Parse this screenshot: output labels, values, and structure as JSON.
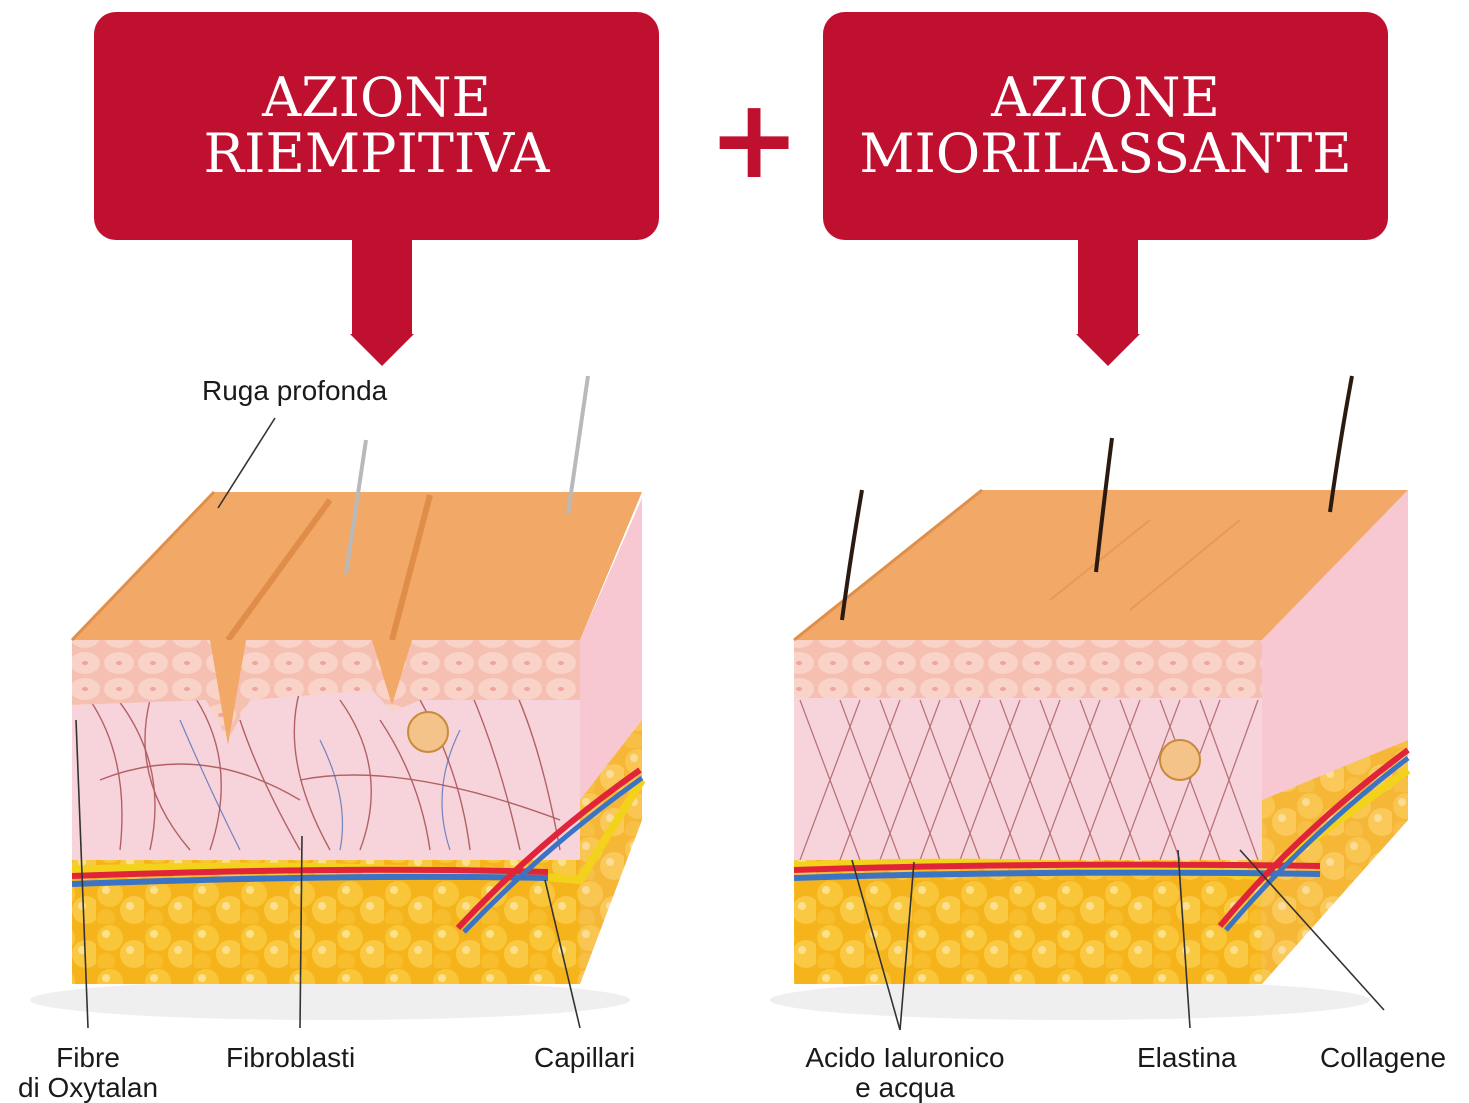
{
  "banners": {
    "left": {
      "line1": "AZIONE",
      "line2": "RIEMPITIVA"
    },
    "plus": "+",
    "right": {
      "line1": "AZIONE",
      "line2": "MIORILASSANTE"
    }
  },
  "labels": {
    "ruga": "Ruga profonda",
    "fibre_line1": "Fibre",
    "fibre_line2": "di Oxytalan",
    "fibroblasti": "Fibroblasti",
    "capillari": "Capillari",
    "acido_line1": "Acido Ialuronico",
    "acido_line2": "e acqua",
    "elastina": "Elastina",
    "collagene": "Collagene"
  },
  "colors": {
    "brand_red": "#c0102f",
    "skin_surface": "#f2a866",
    "dermis": "#f7d4dc",
    "epidermis": "#f4b7a7",
    "fat": "#f6b41c",
    "artery": "#e0243a",
    "vein": "#3b74c4"
  }
}
